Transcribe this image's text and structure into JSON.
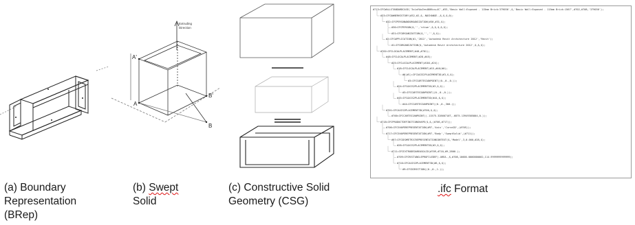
{
  "captions": {
    "brep": [
      "(a) Boundary",
      "Representation",
      "(BRep)"
    ],
    "swept": {
      "prefix": "(b) ",
      "word": "Swept",
      "line2": "Solid"
    },
    "csg": [
      "(c)  Constructive Solid",
      "Geometry (CSG)"
    ],
    "ifc": {
      "word": ".ifc",
      "rest": " Format"
    }
  },
  "swept_labels": {
    "extruding": "Extruding",
    "direction": "Direction",
    "a_prime": "A'",
    "a": "A",
    "b_prime": "B'",
    "b": "B"
  },
  "ifc_text": {
    "header": "#713=IFCWALLSTANDARDCASE('3xLaYAoZes4886vu+4C',#33,'Basic Wall:Exposed - 115mm Brick:379036',$,'Basic Wall:Exposed - 115mm Brick:1567',#702,#708,'379036');",
    "lines": [
      "#33=IFCOWNERHISTORY(#32,#2,$,.NOCHANGE.,$,$,$,0);",
      "#32=IFCPERSONANDORGANIZATION(#30,#31,$);",
      "#30=IFCPERSON($,'','stiwe',$,$,$,$,$);",
      "#31=IFCORGANIZATION($,'','',$,$);",
      "#2=IFCAPPLICATION(#1,'2012','Autodesk Revit Architecture 2012','Revit');",
      "#1=IFCORGANIZATION($,'Autodesk Revit Architecture 2012',$,$,$);",
      "#702=IFCLOCALPLACEMENT(#48,#701);",
      "#48=IFCLOCALPLACEMENT(#28,#45);",
      "#25=IFCLOCALPLACEMENT(#184,#24);",
      "#18=IFCLOCALPLACEMENT(#15,#46(#0);",
      "#6(#1)=IFCAXIS2PLACEMENT3D(#3,$,$);",
      "#3=IFCCARTESIANPOINT((0.,0.,0.));",
      "#24=IFCAXIS2PLACEMENT3D(#3,$,$);",
      "#3=IFCCARTESIANPOINT((0.,0.,0.));",
      "#45=IFCAXIS2PLACEMENT3D(#44,$,$);",
      "#44=IFCCARTESIANPOINT((0.,0.,300.));",
      "#701=IFCAXIS2PLACEMENT3D(#700,$,$);",
      "#700=IFCCARTESIANPOINT((-11575.32860710T,-6875.13949385804,0.));",
      "#718=IFCPRODUCTDEFINITIONSHAPE($,$,(#706,#717));",
      "#706=IFCSHAPEREPRESENTATION(#97,'Axis','Curve2D',(#705));",
      "#717=IFCSHAPEREPRESENTATION(#97,'Body','SweptSolid',(#711));",
      "#97=IFCGEOMETRICREPRESENTATIONCONTEXT($,'Model',3,0.000,#28,$);",
      "#28=IFCAXIS2PLACEMENT3D(#3,$,$);",
      "#711=IFCEXTRUDEDAREASOLID(#709,#710,#9,2800.);",
      "#709=IFCRECTANGLEPROFILEDEF(.AREA.,$,#708,10000.0000000002,114.9999999999999);",
      "#710=IFCAXIS2PLACEMENT3D(#6,$,$);",
      "#9=IFCDIRECTION((0.,0.,1.));"
    ]
  }
}
